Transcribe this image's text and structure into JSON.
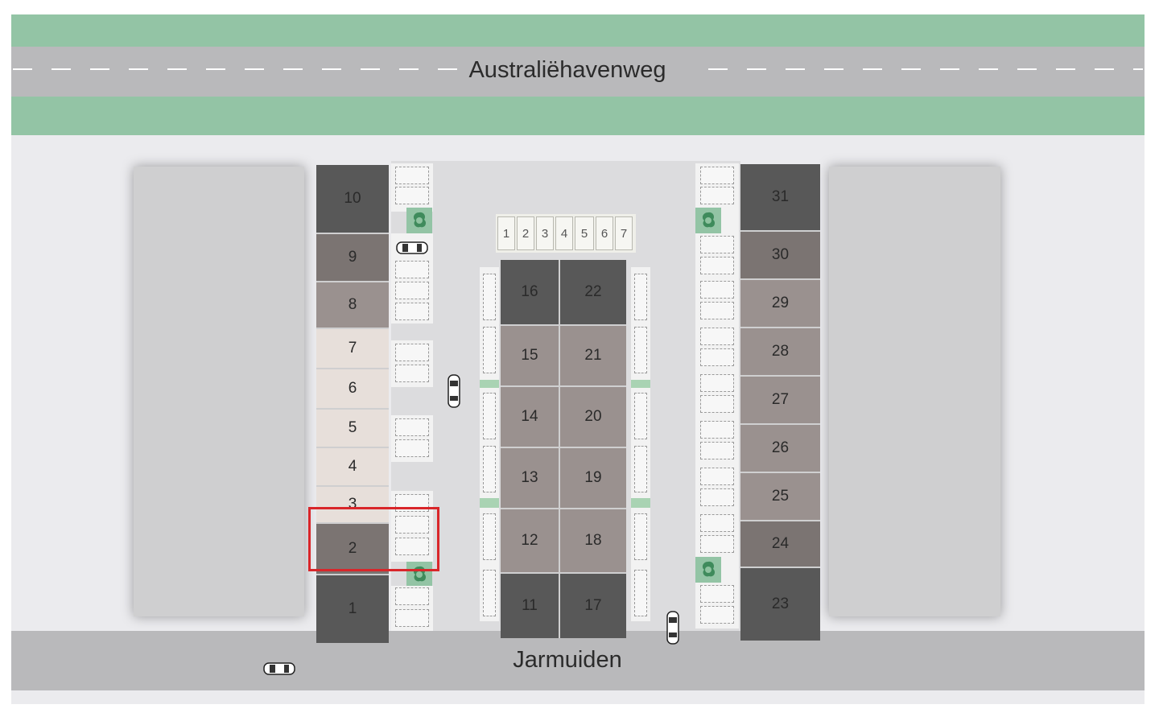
{
  "map": {
    "roads": {
      "north": "Australiëhavenweg",
      "south": "Jarmuiden"
    },
    "selected_unit": "2",
    "units": {
      "west_column": [
        {
          "label": "10",
          "shade": "dark"
        },
        {
          "label": "9",
          "shade": "mid"
        },
        {
          "label": "8",
          "shade": "taupe"
        },
        {
          "label": "7",
          "shade": "light"
        },
        {
          "label": "6",
          "shade": "light"
        },
        {
          "label": "5",
          "shade": "light"
        },
        {
          "label": "4",
          "shade": "light"
        },
        {
          "label": "3",
          "shade": "light"
        },
        {
          "label": "2",
          "shade": "mid"
        },
        {
          "label": "1",
          "shade": "dark"
        }
      ],
      "center_left": [
        {
          "label": "16",
          "shade": "dark"
        },
        {
          "label": "15",
          "shade": "taupe"
        },
        {
          "label": "14",
          "shade": "taupe"
        },
        {
          "label": "13",
          "shade": "taupe"
        },
        {
          "label": "12",
          "shade": "taupe"
        },
        {
          "label": "11",
          "shade": "dark"
        }
      ],
      "center_right": [
        {
          "label": "22",
          "shade": "dark"
        },
        {
          "label": "21",
          "shade": "taupe"
        },
        {
          "label": "20",
          "shade": "taupe"
        },
        {
          "label": "19",
          "shade": "taupe"
        },
        {
          "label": "18",
          "shade": "taupe"
        },
        {
          "label": "17",
          "shade": "dark"
        }
      ],
      "east_column": [
        {
          "label": "31",
          "shade": "dark"
        },
        {
          "label": "30",
          "shade": "mid"
        },
        {
          "label": "29",
          "shade": "taupe"
        },
        {
          "label": "28",
          "shade": "taupe"
        },
        {
          "label": "27",
          "shade": "taupe"
        },
        {
          "label": "26",
          "shade": "taupe"
        },
        {
          "label": "25",
          "shade": "taupe"
        },
        {
          "label": "24",
          "shade": "mid"
        },
        {
          "label": "23",
          "shade": "dark"
        }
      ]
    },
    "parking_spots": [
      "1",
      "2",
      "3",
      "4",
      "5",
      "6",
      "7"
    ],
    "icons": [
      "tree-icon",
      "car-icon"
    ],
    "colors": {
      "green": "#93c4a5",
      "road": "#b9b9bb",
      "selection": "#d9262a",
      "dark": "#585858",
      "mid": "#7b7472",
      "taupe": "#9a918f",
      "light": "#e7dfda"
    }
  }
}
